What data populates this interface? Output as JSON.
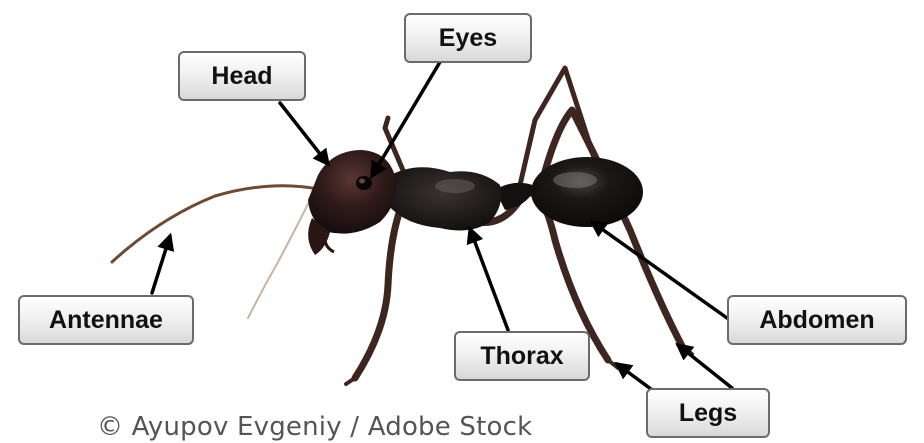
{
  "labels": {
    "head": "Head",
    "eyes": "Eyes",
    "antennae": "Antennae",
    "thorax": "Thorax",
    "legs": "Legs",
    "abdomen": "Abdomen"
  },
  "credit": "© Ayupov Evgeniy / Adobe Stock",
  "colors": {
    "ant_body": "#1a1414",
    "head_tint": "#2e1a19",
    "leg": "#3d2620",
    "pointer": "#000000",
    "label_border": "#6b6b6b",
    "credit_text": "#555555"
  }
}
